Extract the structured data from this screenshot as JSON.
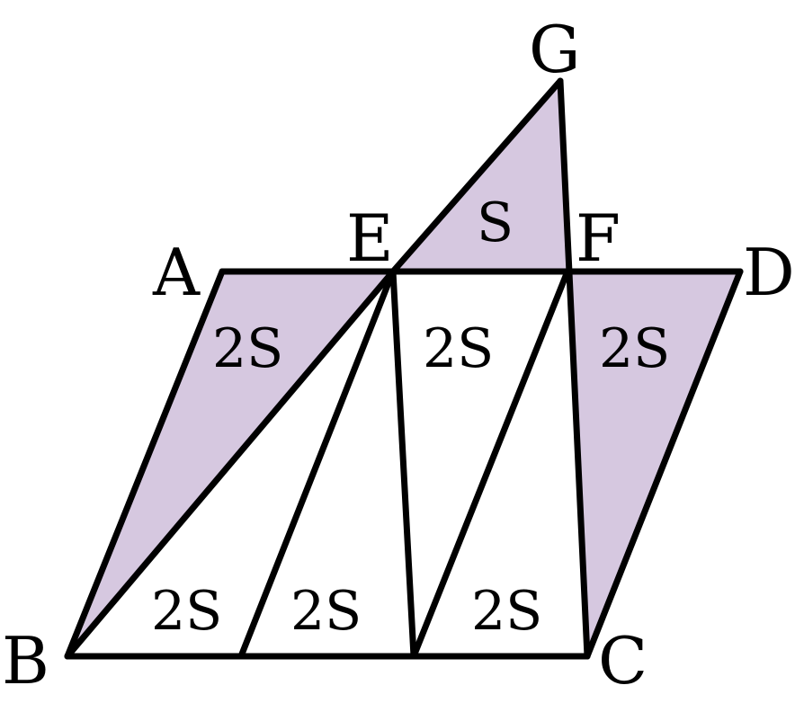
{
  "points": {
    "A": "A",
    "B": "B",
    "C": "C",
    "D": "D",
    "E": "E",
    "F": "F",
    "G": "G"
  },
  "regions": {
    "top_triangle": "S",
    "left_shaded": "2S",
    "middle_top": "2S",
    "right_shaded": "2S",
    "bottom_left": "2S",
    "bottom_middle": "2S",
    "bottom_right": "2S"
  },
  "colors": {
    "shade": "#d6c8e0",
    "line": "#000000"
  }
}
